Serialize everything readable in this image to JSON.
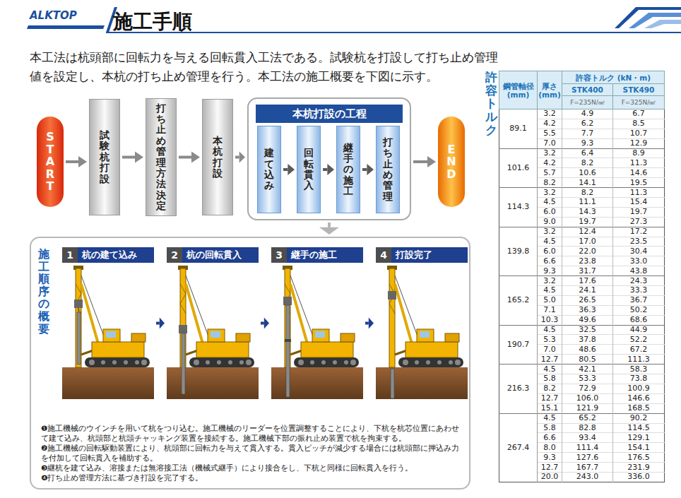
{
  "diagram": {
    "title": "施工手順",
    "nodes": [
      {
        "text": [
          "START"
        ]
      },
      {
        "text": [
          "試験杭打設"
        ]
      },
      {
        "text": [
          "打ち止め管理方法決定"
        ]
      },
      {
        "text": [
          "本杭打設"
        ]
      },
      {
        "text": [
          "本杭打設の工程"
        ]
      },
      {
        "text": [
          "建て込み"
        ],
        "in": 4
      },
      {
        "text": [
          "回転貫入"
        ],
        "in": 4
      },
      {
        "text": [
          "継手の施工"
        ],
        "in": 4
      },
      {
        "text": [
          "打ち止め管理"
        ],
        "in": 4
      },
      {
        "text": [
          "END"
        ]
      },
      {
        "text": [
          "施工順序の概要",
          "❶施工機械のウインチを用いて杭をつり込む。施工機械のリーダーを位置調整することにより、下杭を杭芯位置にあわせて建て込み、杭頭部と杭頭チャッキング装置を接続する。施工機械下部の振れ止め装置で杭を拘束する。",
          "❷施工機械の回転駆動装置により、杭頭部に回転力を与えて貫入する。貫入ピッチが減少する場合には杭頭部に押込み力を付加して回転貫入を補助する。",
          "❸継杭を建て込み、溶接または無溶接工法（機械式継手）により接合をし、下杭と同様に回転貫入を行う。",
          "❹打ち止め管理方法に基づき打設を完了する。"
        ]
      },
      {
        "text": [
          "1",
          "杭の建て込み"
        ],
        "in": 10
      },
      {
        "text": [
          "2",
          "杭の回転貫入"
        ],
        "in": 10
      },
      {
        "text": [
          "3",
          "継手の施工"
        ],
        "in": 10
      },
      {
        "text": [
          "4",
          "打設完了"
        ],
        "in": 10
      }
    ],
    "edges": [
      {
        "from": 0,
        "to": 1,
        "arrow": "to"
      },
      {
        "from": 1,
        "to": 2,
        "arrow": "to"
      },
      {
        "from": 2,
        "to": 3,
        "arrow": "to"
      },
      {
        "from": 3,
        "to": 4,
        "arrow": "to"
      },
      {
        "from": 4,
        "to": 9,
        "arrow": "to"
      },
      {
        "from": 5,
        "to": 6,
        "arrow": "to"
      },
      {
        "from": 6,
        "to": 7,
        "arrow": "to"
      },
      {
        "from": 7,
        "to": 8,
        "arrow": "to"
      },
      {
        "from": 4,
        "to": 10,
        "arrow": "to"
      },
      {
        "from": 11,
        "to": 12,
        "arrow": "to"
      },
      {
        "from": 12,
        "to": 13,
        "arrow": "to"
      },
      {
        "from": 13,
        "to": 14,
        "arrow": "to"
      }
    ],
    "labels": [
      "ALKTOP",
      "本工法は杭頭部に回転力を与える回転貫入工法である。試験杭を打設して打ち止め管理値を設定し、本杭の打ち止め管理を行う。本工法の施工概要を下図に示す。",
      "許容トルク",
      "鋼管軸径 (mm)",
      "厚さ (mm)",
      "許容トルク (kN・m)",
      "STK400",
      "STK490",
      "F=235N/㎟",
      "F=325N/㎟",
      "89.1",
      "3.2",
      "4.9",
      "6.7",
      "4.2",
      "6.2",
      "8.5",
      "5.5",
      "7.7",
      "10.7",
      "7.0",
      "9.3",
      "12.9",
      "101.6",
      "3.2",
      "6.4",
      "8.9",
      "4.2",
      "8.2",
      "11.3",
      "5.7",
      "10.6",
      "14.6",
      "8.2",
      "14.1",
      "19.5",
      "114.3",
      "3.2",
      "8.2",
      "11.3",
      "4.5",
      "11.1",
      "15.4",
      "6.0",
      "14.3",
      "19.7",
      "9.0",
      "19.7",
      "27.3",
      "139.8",
      "3.2",
      "12.4",
      "17.2",
      "4.5",
      "17.0",
      "23.5",
      "6.0",
      "22.0",
      "30.4",
      "6.6",
      "23.8",
      "33.0",
      "9.3",
      "31.7",
      "43.8",
      "165.2",
      "3.2",
      "17.6",
      "24.3",
      "4.5",
      "24.1",
      "33.3",
      "5.0",
      "26.5",
      "36.7",
      "7.1",
      "36.3",
      "50.2",
      "10.3",
      "49.6",
      "68.6",
      "190.7",
      "4.5",
      "32.5",
      "44.9",
      "5.3",
      "37.8",
      "52.2",
      "7.0",
      "48.6",
      "67.2",
      "12.7",
      "80.5",
      "111.3",
      "216.3",
      "4.5",
      "42.1",
      "58.3",
      "5.8",
      "53.3",
      "73.8",
      "8.2",
      "72.9",
      "100.9",
      "12.7",
      "106.0",
      "146.6",
      "15.1",
      "121.9",
      "168.5",
      "267.4",
      "4.5",
      "65.2",
      "90.2",
      "5.8",
      "82.8",
      "114.5",
      "6.6",
      "93.4",
      "129.1",
      "8.0",
      "111.4",
      "154.1",
      "9.3",
      "127.6",
      "176.5",
      "12.7",
      "167.7",
      "231.9",
      "20.0",
      "243.0",
      "336.0"
    ]
  }
}
